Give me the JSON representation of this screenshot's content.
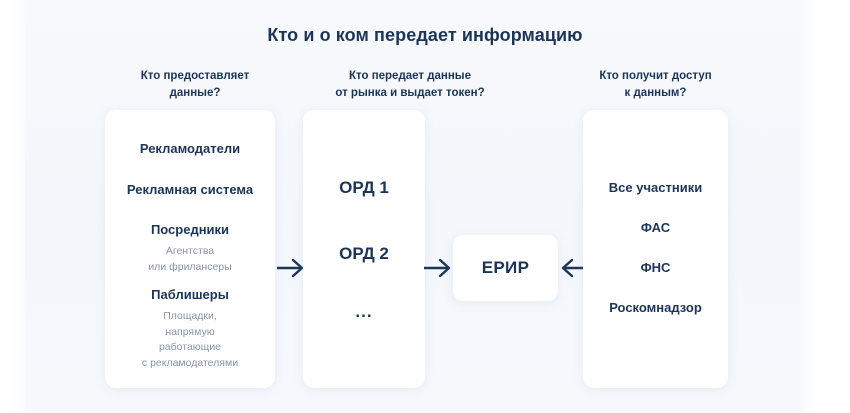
{
  "title": "Кто и о ком передает информацию",
  "colors": {
    "text_dark": "#1c3557",
    "text_muted": "#8b94a9",
    "card_bg": "#ffffff",
    "backdrop": "#f5f8fc"
  },
  "columns": [
    {
      "header": "Кто предоставляет\nданные?",
      "header_line1": "Кто предоставляет",
      "header_line2": "данные?",
      "entries": [
        {
          "title": "Рекламодатели",
          "sub": ""
        },
        {
          "title": "Рекламная система",
          "sub": ""
        },
        {
          "title": "Посредники",
          "sub": "Агентства\nили фрилансеры",
          "sub_line1": "Агентства",
          "sub_line2": "или фрилансеры"
        },
        {
          "title": "Паблишеры",
          "sub": "Площадки,\nнапрямую\nработающие\nс рекламодателями",
          "sub_line1": "Площадки,",
          "sub_line2": "напрямую",
          "sub_line3": "работающие",
          "sub_line4": "с рекламодателями"
        }
      ]
    },
    {
      "header": "Кто передает данные\nот рынка и выдает токен?",
      "header_line1": "Кто передает данные",
      "header_line2": "от рынка и выдает токен?",
      "entries": [
        {
          "title": "ОРД 1"
        },
        {
          "title": "ОРД 2"
        },
        {
          "title": "..."
        }
      ]
    },
    {
      "header": "Кто получит доступ\nк данным?",
      "header_line1": "Кто получит доступ",
      "header_line2": "к данным?",
      "entries": [
        {
          "title": "Все участники"
        },
        {
          "title": "ФАС"
        },
        {
          "title": "ФНС"
        },
        {
          "title": "Роскомнадзор"
        }
      ]
    }
  ],
  "center_node": {
    "label": "ЕРИР"
  },
  "arrows": [
    {
      "name": "arrow-providers-to-ord",
      "direction": "right"
    },
    {
      "name": "arrow-ord-to-erir",
      "direction": "right"
    },
    {
      "name": "arrow-consumers-to-erir",
      "direction": "left"
    }
  ]
}
